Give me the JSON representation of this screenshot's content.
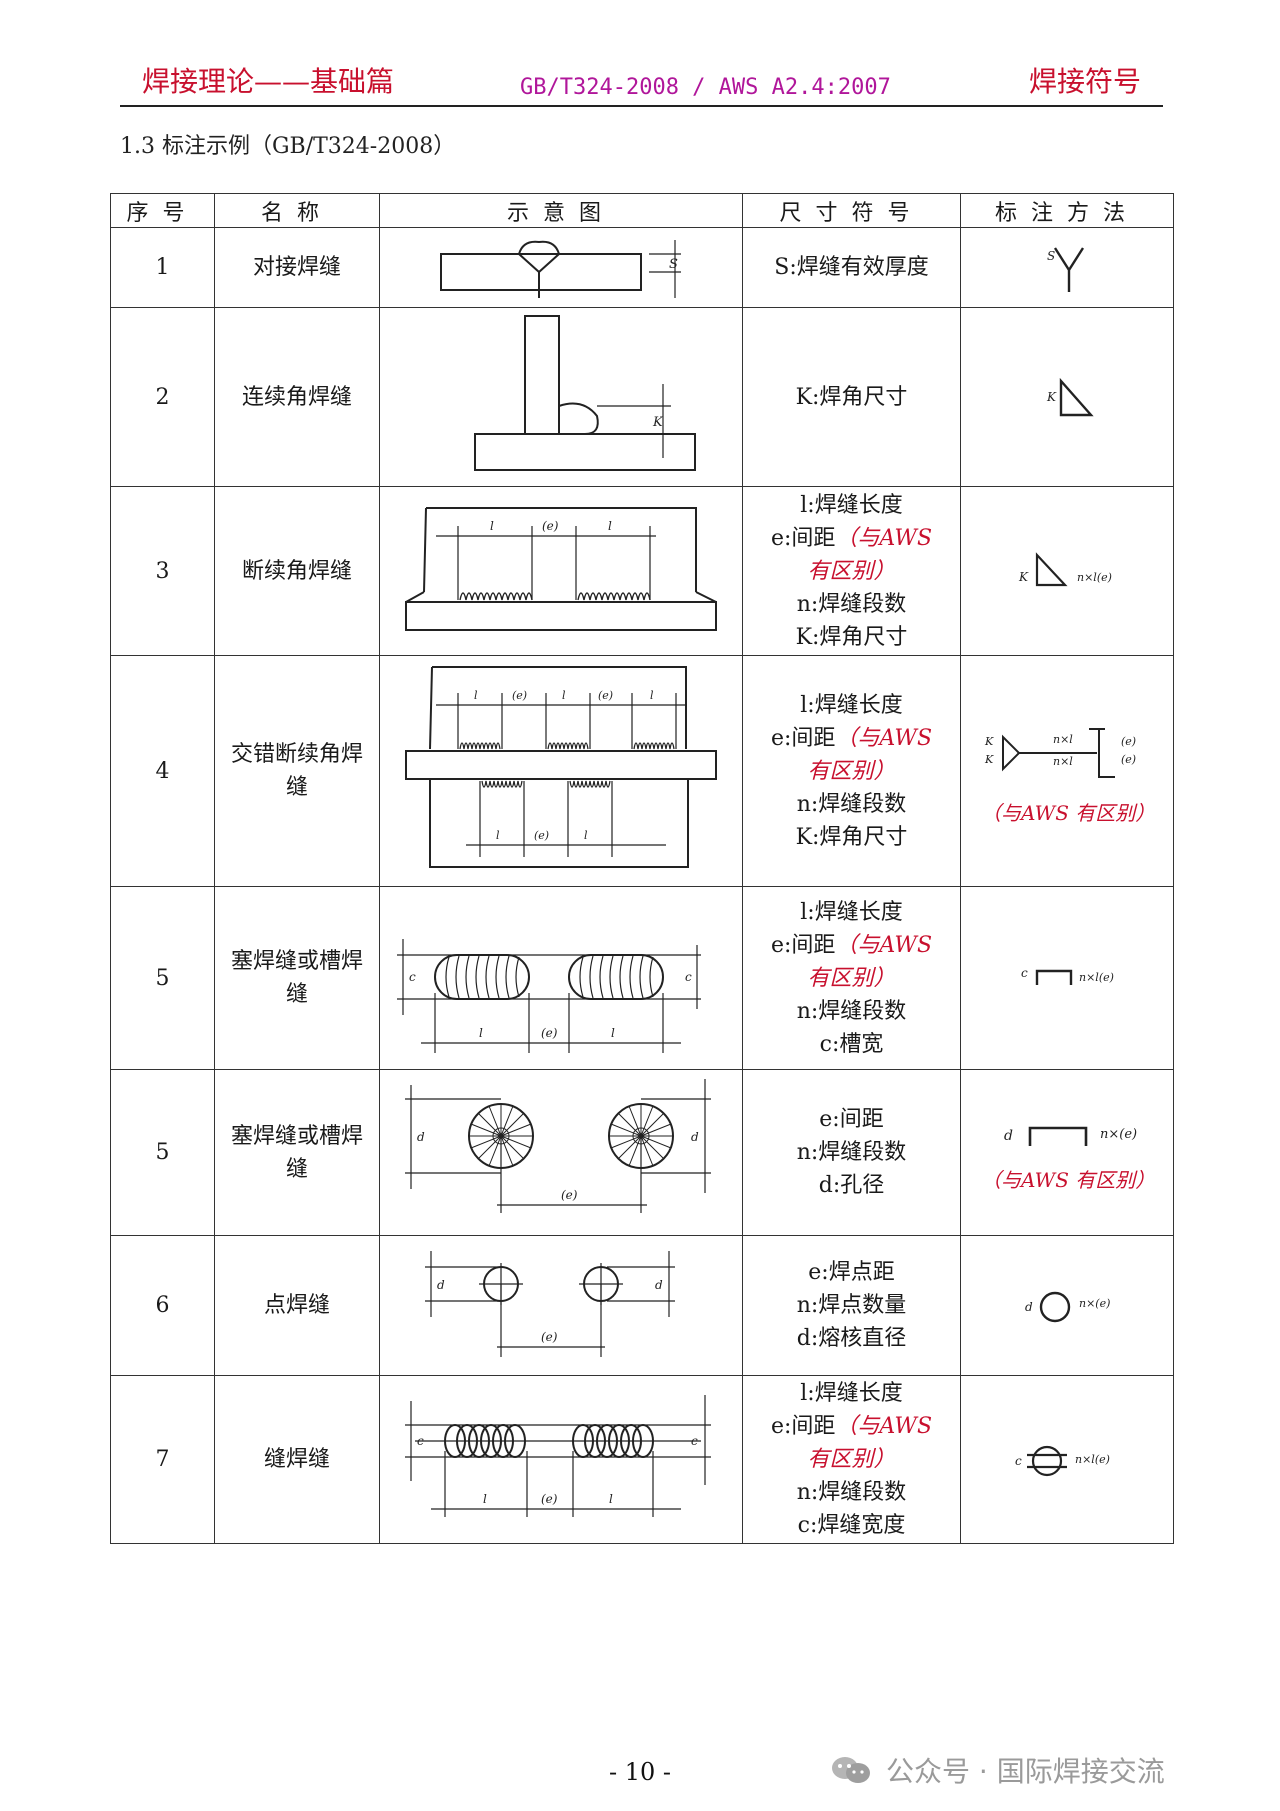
{
  "header": {
    "left": "焊接理论——基础篇",
    "center": "GB/T324-2008 / AWS A2.4:2007",
    "right": "焊接符号"
  },
  "section_title": "1.3 标注示例（GB/T324-2008）",
  "table": {
    "headers": [
      "序号",
      "名称",
      "示意图",
      "尺寸符号",
      "标注方法"
    ],
    "rows": [
      {
        "no": "1",
        "name": "对接焊缝",
        "dims": [
          {
            "text": "S:焊缝有效厚度"
          }
        ],
        "diagram_labels": [
          "S"
        ],
        "symbol_labels": [
          "S"
        ]
      },
      {
        "no": "2",
        "name": "连续角焊缝",
        "dims": [
          {
            "text": "K:焊角尺寸"
          }
        ],
        "diagram_labels": [
          "K"
        ],
        "symbol_labels": [
          "K"
        ]
      },
      {
        "no": "3",
        "name": "断续角焊缝",
        "dims": [
          {
            "text": "l:焊缝长度"
          },
          {
            "text": "e:间距",
            "note": "（与AWS"
          },
          {
            "note": "有区别）"
          },
          {
            "text": "n:焊缝段数"
          },
          {
            "text": "K:焊角尺寸"
          }
        ],
        "diagram_labels": [
          "l",
          "(e)",
          "l"
        ],
        "symbol_labels": [
          "K",
          "n×l(e)"
        ]
      },
      {
        "no": "4",
        "name": "交错断续角焊缝",
        "dims": [
          {
            "text": "l:焊缝长度"
          },
          {
            "text": "e:间距",
            "note": "（与AWS"
          },
          {
            "note": "有区别）"
          },
          {
            "text": "n:焊缝段数"
          },
          {
            "text": "K:焊角尺寸"
          }
        ],
        "diagram_labels": [
          "l",
          "(e)",
          "l",
          "(e)",
          "l",
          "l",
          "(e)",
          "l"
        ],
        "symbol_labels": [
          "K",
          "K",
          "n×l",
          "n×l",
          "(e)",
          "(e)"
        ],
        "note": "（与AWS 有区别）"
      },
      {
        "no": "5",
        "name": "塞焊缝或槽焊缝",
        "dims": [
          {
            "text": "l:焊缝长度"
          },
          {
            "text": "e:间距",
            "note": "（与AWS"
          },
          {
            "note": "有区别）"
          },
          {
            "text": "n:焊缝段数"
          },
          {
            "text": "c:槽宽"
          }
        ],
        "diagram_labels": [
          "c",
          "c",
          "l",
          "(e)",
          "l"
        ],
        "symbol_labels": [
          "c",
          "n×l(e)"
        ]
      },
      {
        "no": "5",
        "name": "塞焊缝或槽焊缝",
        "dims": [
          {
            "text": "e:间距"
          },
          {
            "text": "n:焊缝段数"
          },
          {
            "text": "d:孔径"
          }
        ],
        "diagram_labels": [
          "d",
          "d",
          "(e)"
        ],
        "symbol_labels": [
          "d",
          "n×(e)"
        ],
        "note": "（与AWS 有区别）"
      },
      {
        "no": "6",
        "name": "点焊缝",
        "dims": [
          {
            "text": "e:焊点距"
          },
          {
            "text": "n:焊点数量"
          },
          {
            "text": "d:熔核直径"
          }
        ],
        "diagram_labels": [
          "d",
          "d",
          "(e)"
        ],
        "symbol_labels": [
          "d",
          "n×(e)"
        ]
      },
      {
        "no": "7",
        "name": "缝焊缝",
        "dims": [
          {
            "text": "l:焊缝长度"
          },
          {
            "text": "e:间距",
            "note": "（与AWS"
          },
          {
            "note": "有区别）"
          },
          {
            "text": "n:焊缝段数"
          },
          {
            "text": "c:焊缝宽度"
          }
        ],
        "diagram_labels": [
          "c",
          "c",
          "l",
          "(e)",
          "l"
        ],
        "symbol_labels": [
          "c",
          "n×l(e)"
        ]
      }
    ]
  },
  "footer": {
    "page_number": "- 10 -",
    "watermark": "公众号 · 国际焊接交流"
  },
  "colors": {
    "accent": "#c8102e",
    "header_center": "#b0169a"
  }
}
